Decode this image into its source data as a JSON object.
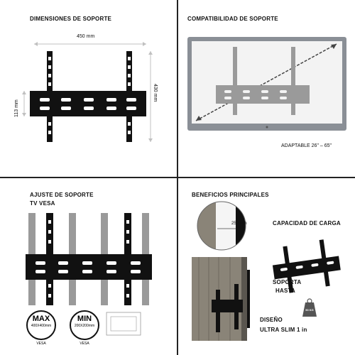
{
  "panels": {
    "dimensions": {
      "title": "DIMENSIONES DE SOPORTE",
      "width_label": "450 mm",
      "height_label": "430 mm",
      "rail_label": "113 mm"
    },
    "compat": {
      "title": "COMPATIBILIDAD DE SOPORTE",
      "range_label": "ADAPTABLE 26\" – 65\""
    },
    "vesa": {
      "title_line1": "AJUSTE DE SOPORTE",
      "title_line2": "TV VESA",
      "max_label": "MAX",
      "max_size": "400X400mm",
      "max_caption": "VESA",
      "min_label": "MIN",
      "min_size": "200X200mm",
      "min_caption": "VESA"
    },
    "benefits": {
      "title": "BENEFICIOS PRINCIPALES",
      "gap_label": "25.4mm",
      "capacity_label": "CAPACIDAD DE CARGA",
      "supports_line1": "SOPORTA",
      "supports_line2": "HASTA",
      "weight_label": "50 KG",
      "design_line1": "DISEÑO",
      "design_line2": "ULTRA SLIM 1 in"
    }
  },
  "colors": {
    "bracket": "#111111",
    "bracket_grey": "#9a9a9a",
    "tv_frame": "#8a8f96",
    "dimension_line": "#c0c0c0",
    "wood": "#8a8478"
  }
}
